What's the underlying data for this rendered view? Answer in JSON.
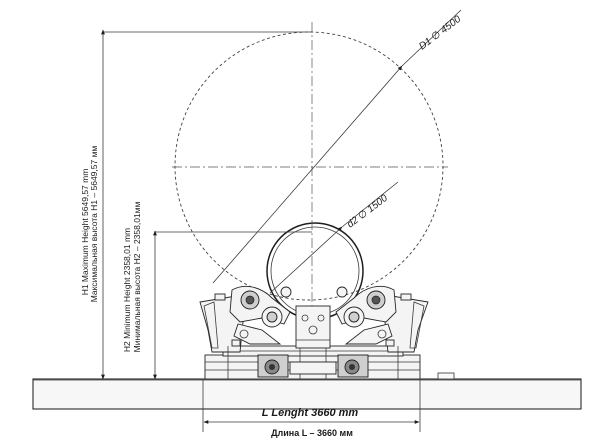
{
  "diameter_large": "D1 ∅ 4500",
  "diameter_small": "d2 ∅ 1500",
  "height_max_en": "H1 Maximum Height 5649,57 mm",
  "height_max_ru": "Максимальная высота H1 – 5649,57 мм",
  "height_min_en": "H2 Minimum Height 2358,01 mm",
  "height_min_ru": "Минимальная высота H2 – 2358,01мм",
  "length_en": "L Lenght 3660 mm",
  "length_ru": "Длина L – 3660 мм"
}
